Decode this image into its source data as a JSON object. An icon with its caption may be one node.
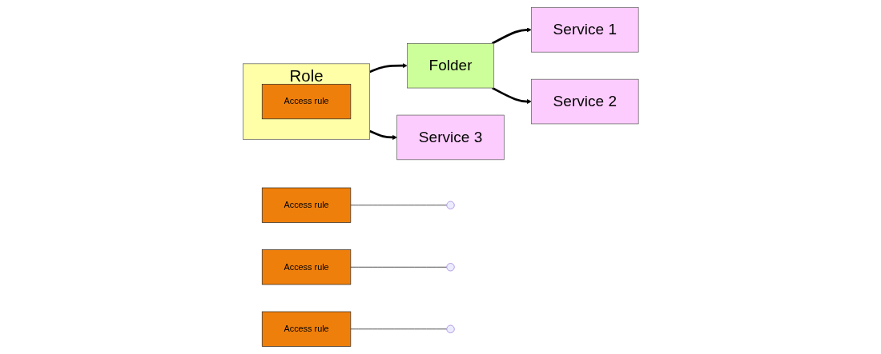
{
  "diagram": {
    "nodes": [
      {
        "text": [
          "Role"
        ]
      },
      {
        "text": [
          "Access rule"
        ],
        "in": 0
      },
      {
        "text": [
          "Access rule"
        ]
      },
      {
        "text": [
          "Folder"
        ]
      },
      {
        "text": [
          "Access rule"
        ]
      },
      {
        "text": [
          "Service 1"
        ]
      },
      {
        "text": [
          "Service 2"
        ]
      },
      {
        "text": [
          "Service 3"
        ]
      },
      {
        "text": [
          "Access rule"
        ]
      }
    ],
    "edges": [
      {
        "from": 0,
        "to": 3,
        "arrow": "to"
      },
      {
        "from": 3,
        "to": 5,
        "arrow": "to"
      },
      {
        "from": 3,
        "to": 6,
        "arrow": "to"
      },
      {
        "from": 0,
        "to": 7,
        "arrow": "to"
      },
      {
        "from": 2,
        "to": null,
        "arrow": "none"
      },
      {
        "from": 4,
        "to": null,
        "arrow": "none"
      },
      {
        "from": 8,
        "to": null,
        "arrow": "none"
      }
    ]
  }
}
